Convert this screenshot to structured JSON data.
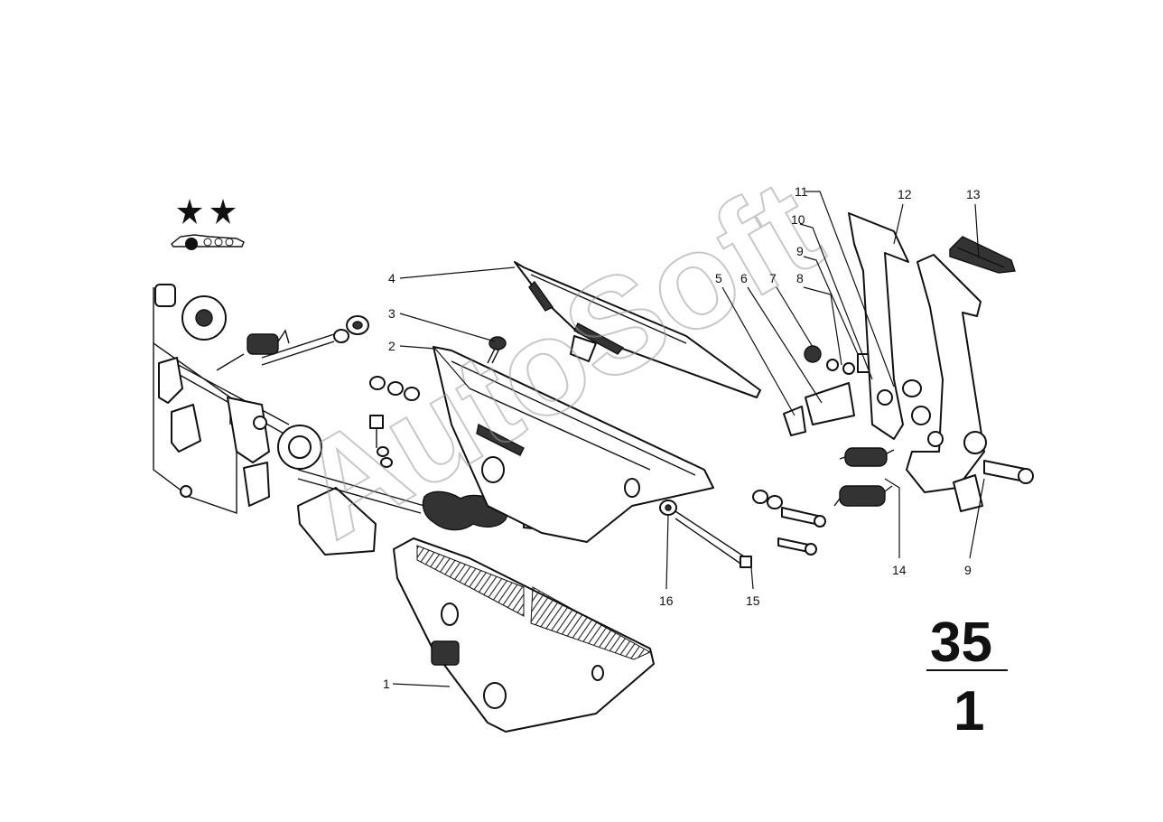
{
  "watermark": "AutoSoft",
  "group_number": {
    "top": "35",
    "bottom": "1"
  },
  "callouts": [
    {
      "id": "c1",
      "text": "1"
    },
    {
      "id": "c2",
      "text": "2"
    },
    {
      "id": "c3",
      "text": "3"
    },
    {
      "id": "c4",
      "text": "4"
    },
    {
      "id": "c5",
      "text": "5"
    },
    {
      "id": "c6",
      "text": "6"
    },
    {
      "id": "c7",
      "text": "7"
    },
    {
      "id": "c8",
      "text": "8"
    },
    {
      "id": "c9a",
      "text": "9"
    },
    {
      "id": "c9b",
      "text": "9"
    },
    {
      "id": "c10",
      "text": "10"
    },
    {
      "id": "c11",
      "text": "11"
    },
    {
      "id": "c12",
      "text": "12"
    },
    {
      "id": "c13",
      "text": "13"
    },
    {
      "id": "c14",
      "text": "14"
    },
    {
      "id": "c15",
      "text": "15"
    },
    {
      "id": "c16",
      "text": "16"
    }
  ]
}
